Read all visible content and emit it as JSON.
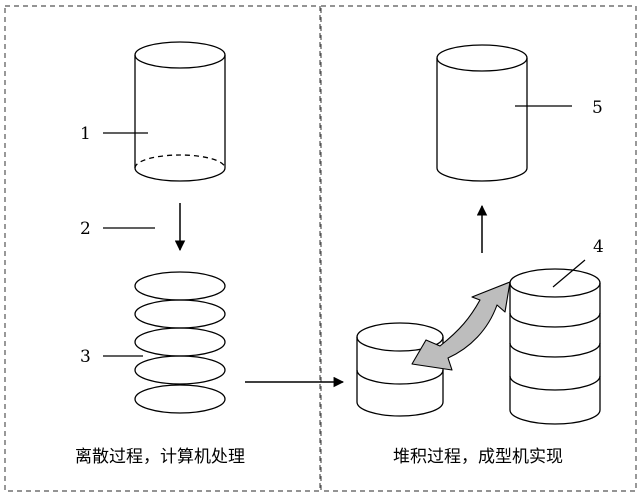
{
  "panels": {
    "left": {
      "caption": "离散过程，计算机处理"
    },
    "right": {
      "caption": "堆积过程，成型机实现"
    }
  },
  "labels": {
    "l1": "1",
    "l2": "2",
    "l3": "3",
    "l4": "4",
    "l5": "5"
  },
  "colors": {
    "line": "#000000",
    "dash": "#555555",
    "arrow_fill": "#bdbdbd"
  }
}
